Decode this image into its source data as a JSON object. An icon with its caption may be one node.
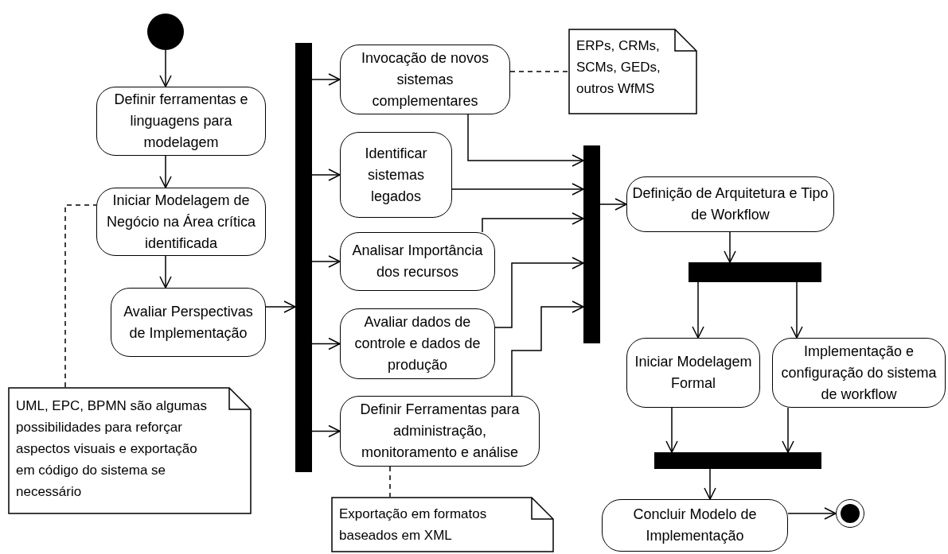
{
  "diagram": {
    "nodes": [
      {
        "text": [],
        "shape": "circle"
      },
      {
        "text": [
          "Definir ferramentas e linguagens para modelagem"
        ]
      },
      {
        "text": [
          "Iniciar Modelagem de Negócio na Área crítica identificada"
        ]
      },
      {
        "text": [
          "Avaliar Perspectivas de Implementação"
        ]
      },
      {
        "text": [
          "UML, EPC, BPMN são algumas possibilidades para reforçar aspectos visuais e exportação em código do sistema se necessário"
        ]
      },
      {
        "text": [],
        "shape": "bar"
      },
      {
        "text": [
          "Invocação de novos sistemas complementares"
        ]
      },
      {
        "text": [
          "ERPs, CRMs, SCMs, GEDs, outros WfMS"
        ]
      },
      {
        "text": [
          "Identificar sistemas legados"
        ]
      },
      {
        "text": [
          "Analisar Importância dos recursos"
        ]
      },
      {
        "text": [
          "Avaliar dados de controle e dados de produção"
        ]
      },
      {
        "text": [
          "Definir Ferramentas para administração, monitoramento e análise"
        ]
      },
      {
        "text": [
          "Exportação em formatos baseados em XML"
        ]
      },
      {
        "text": [],
        "shape": "bar"
      },
      {
        "text": [
          "Definição de Arquitetura e Tipo de Workflow"
        ]
      },
      {
        "text": [],
        "shape": "bar"
      },
      {
        "text": [
          "Iniciar Modelagem Formal"
        ]
      },
      {
        "text": [
          "Implementação e configuração do sistema de workflow"
        ]
      },
      {
        "text": [],
        "shape": "bar"
      },
      {
        "text": [
          "Concluir Modelo de Implementação"
        ]
      },
      {
        "text": [],
        "shape": "bullseye"
      }
    ],
    "edges": [
      {
        "from": 0,
        "to": 1,
        "arrow": "to"
      },
      {
        "from": 1,
        "to": 2,
        "arrow": "to"
      },
      {
        "from": 2,
        "to": 3,
        "arrow": "to"
      },
      {
        "from": 3,
        "to": 5,
        "arrow": "to"
      },
      {
        "from": 4,
        "to": 2,
        "arrow": "none",
        "style": "dashed"
      },
      {
        "from": 5,
        "to": 6,
        "arrow": "to"
      },
      {
        "from": 5,
        "to": 8,
        "arrow": "to"
      },
      {
        "from": 5,
        "to": 9,
        "arrow": "to"
      },
      {
        "from": 5,
        "to": 10,
        "arrow": "to"
      },
      {
        "from": 5,
        "to": 11,
        "arrow": "to"
      },
      {
        "from": 6,
        "to": 7,
        "arrow": "none",
        "style": "dashed"
      },
      {
        "from": 6,
        "to": 13,
        "arrow": "to"
      },
      {
        "from": 8,
        "to": 13,
        "arrow": "to"
      },
      {
        "from": 9,
        "to": 13,
        "arrow": "to"
      },
      {
        "from": 10,
        "to": 13,
        "arrow": "to"
      },
      {
        "from": 11,
        "to": 13,
        "arrow": "to"
      },
      {
        "from": 11,
        "to": 12,
        "arrow": "none",
        "style": "dashed"
      },
      {
        "from": 13,
        "to": 14,
        "arrow": "to"
      },
      {
        "from": 14,
        "to": 15,
        "arrow": "to"
      },
      {
        "from": 15,
        "to": 16,
        "arrow": "to"
      },
      {
        "from": 15,
        "to": 17,
        "arrow": "to"
      },
      {
        "from": 16,
        "to": 18,
        "arrow": "to"
      },
      {
        "from": 17,
        "to": 18,
        "arrow": "to"
      },
      {
        "from": 18,
        "to": 19,
        "arrow": "to"
      },
      {
        "from": 19,
        "to": 20,
        "arrow": "to"
      }
    ]
  }
}
